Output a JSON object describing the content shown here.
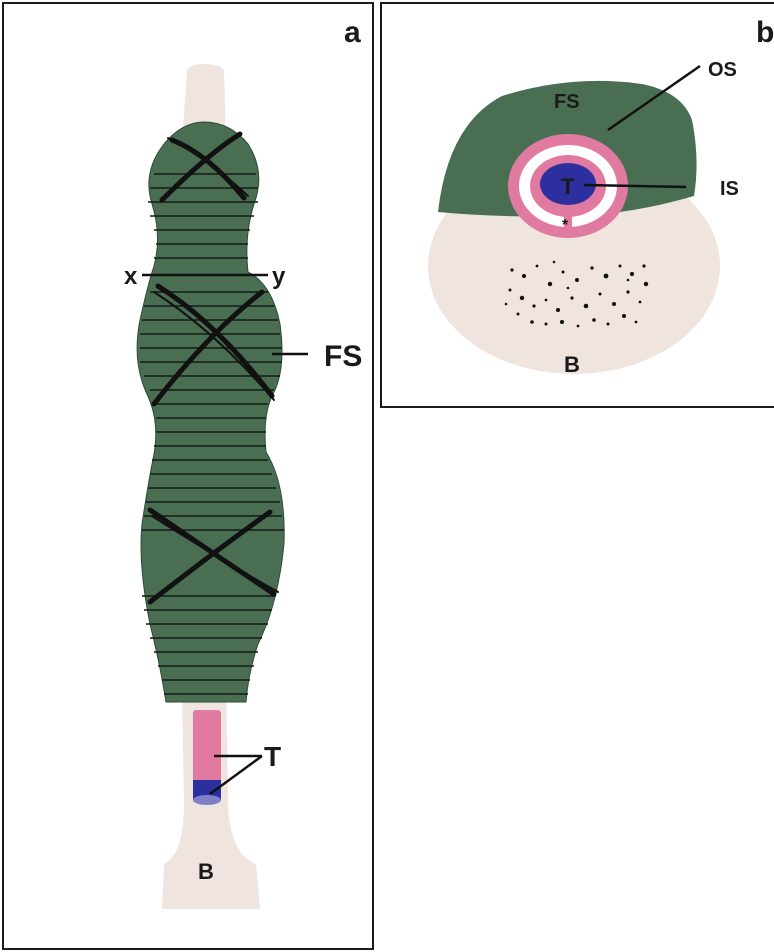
{
  "panels": {
    "a": {
      "letter": "a"
    },
    "b": {
      "letter": "b"
    }
  },
  "panel_a_labels": {
    "x": "x",
    "y": "y",
    "fs": "FS",
    "t": "T",
    "b": "B"
  },
  "panel_b_labels": {
    "fs": "FS",
    "os": "OS",
    "t": "T",
    "is": "IS",
    "b": "B",
    "asterisk": "*"
  },
  "colors": {
    "fibrous_sheath": "#4a6e52",
    "bone": "#efe4de",
    "tendon_pink": "#e07aa0",
    "tendon_core": "#2e2f9e",
    "ink": "#1a1a1a"
  },
  "icons": {
    "fibrous_sheath_bands": "crossed-band-icon"
  }
}
